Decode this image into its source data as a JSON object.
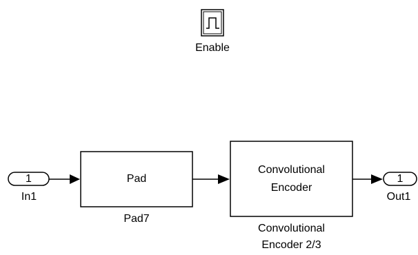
{
  "enable": {
    "label": "Enable"
  },
  "inport": {
    "number": "1",
    "name": "In1"
  },
  "pad": {
    "text": "Pad",
    "name": "Pad7"
  },
  "encoder": {
    "text_line1": "Convolutional",
    "text_line2": "Encoder",
    "name_line1": "Convolutional",
    "name_line2": "Encoder 2/3"
  },
  "outport": {
    "number": "1",
    "name": "Out1"
  }
}
